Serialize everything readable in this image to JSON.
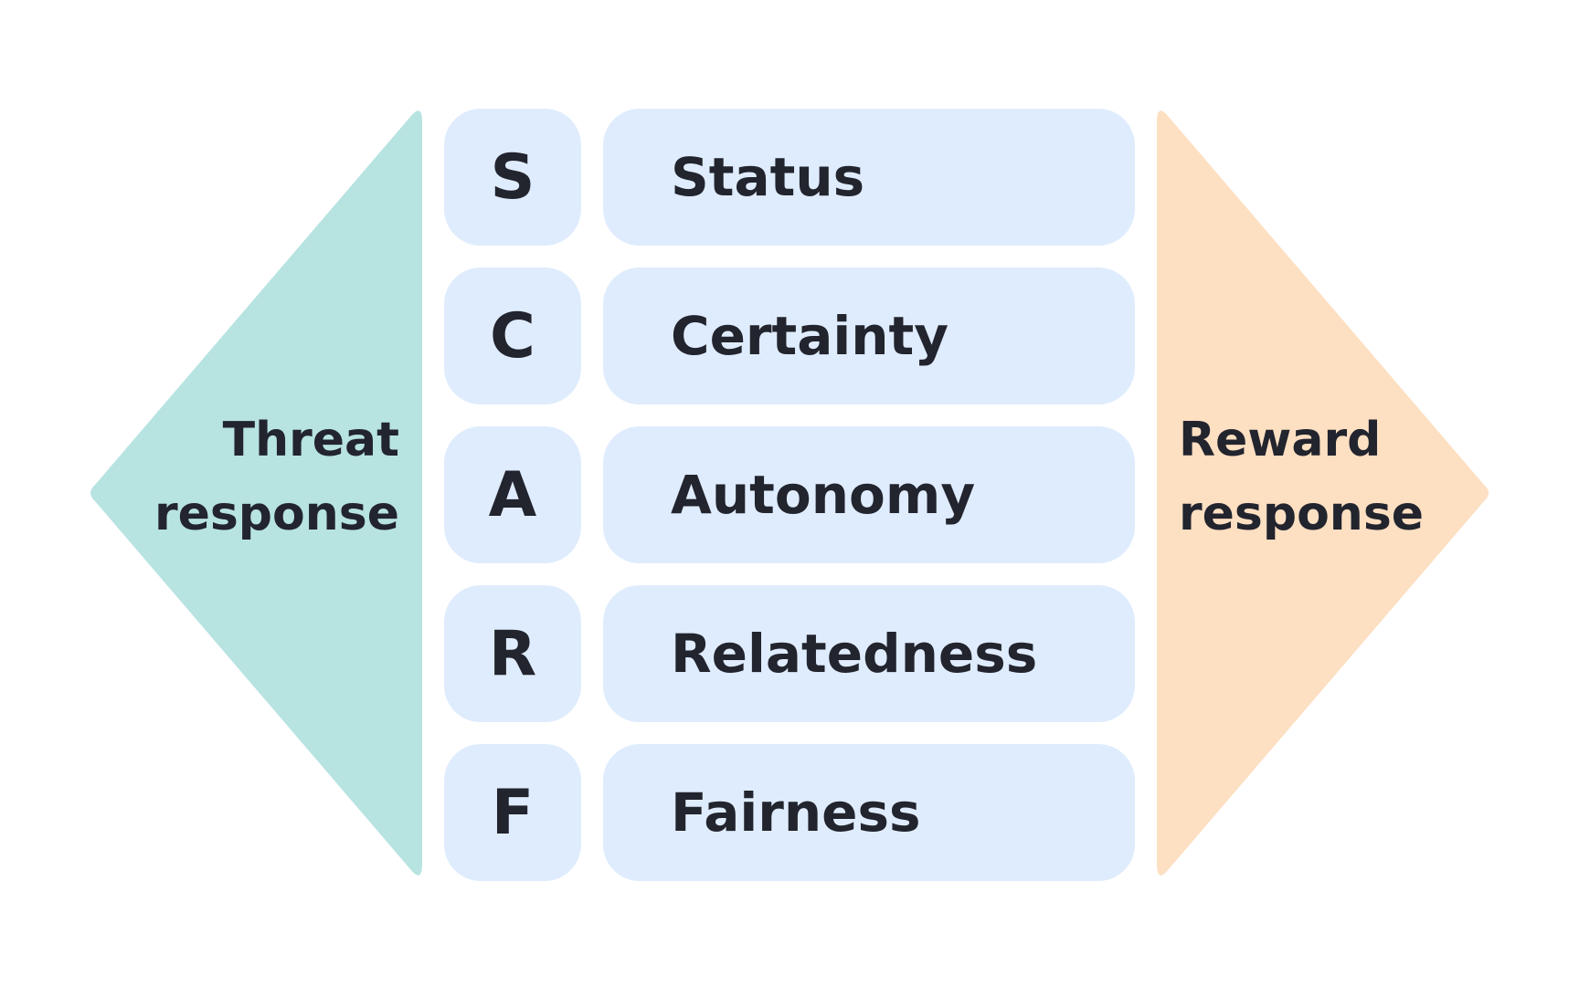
{
  "threat": {
    "line1": "Threat",
    "line2": "response",
    "color": "#b7e3e1"
  },
  "reward": {
    "line1": "Reward",
    "line2": "response",
    "color": "#fddfc2"
  },
  "tile_color": "#dfecfd",
  "text_color": "#22242e",
  "rows": [
    {
      "letter": "S",
      "word": "Status"
    },
    {
      "letter": "C",
      "word": "Certainty"
    },
    {
      "letter": "A",
      "word": "Autonomy"
    },
    {
      "letter": "R",
      "word": "Relatedness"
    },
    {
      "letter": "F",
      "word": "Fairness"
    }
  ]
}
